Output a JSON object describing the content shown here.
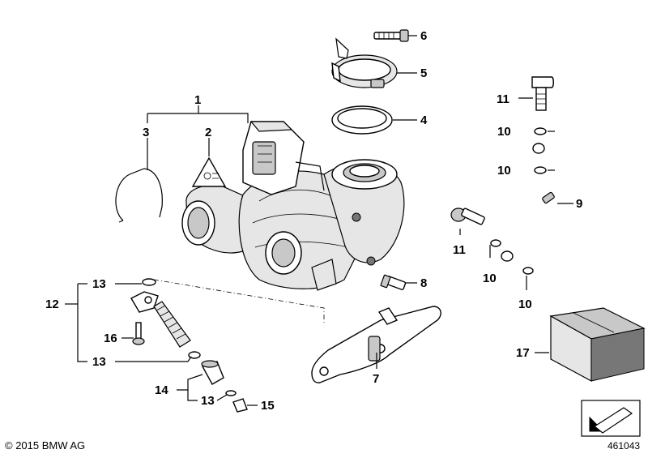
{
  "callouts": {
    "c1": "1",
    "c2": "2",
    "c3": "3",
    "c4": "4",
    "c5": "5",
    "c6": "6",
    "c7": "7",
    "c8": "8",
    "c9": "9",
    "c10a": "10",
    "c10b": "10",
    "c10c": "10",
    "c10d": "10",
    "c11a": "11",
    "c11b": "11",
    "c12": "12",
    "c13a": "13",
    "c13b": "13",
    "c13c": "13",
    "c14": "14",
    "c15": "15",
    "c16": "16",
    "c17": "17"
  },
  "footer": {
    "copyright": "© 2015 BMW AG",
    "diagram_number": "461043"
  },
  "icons": {
    "warning": "warning-triangle-icon",
    "navigate": "arrow-icon"
  }
}
